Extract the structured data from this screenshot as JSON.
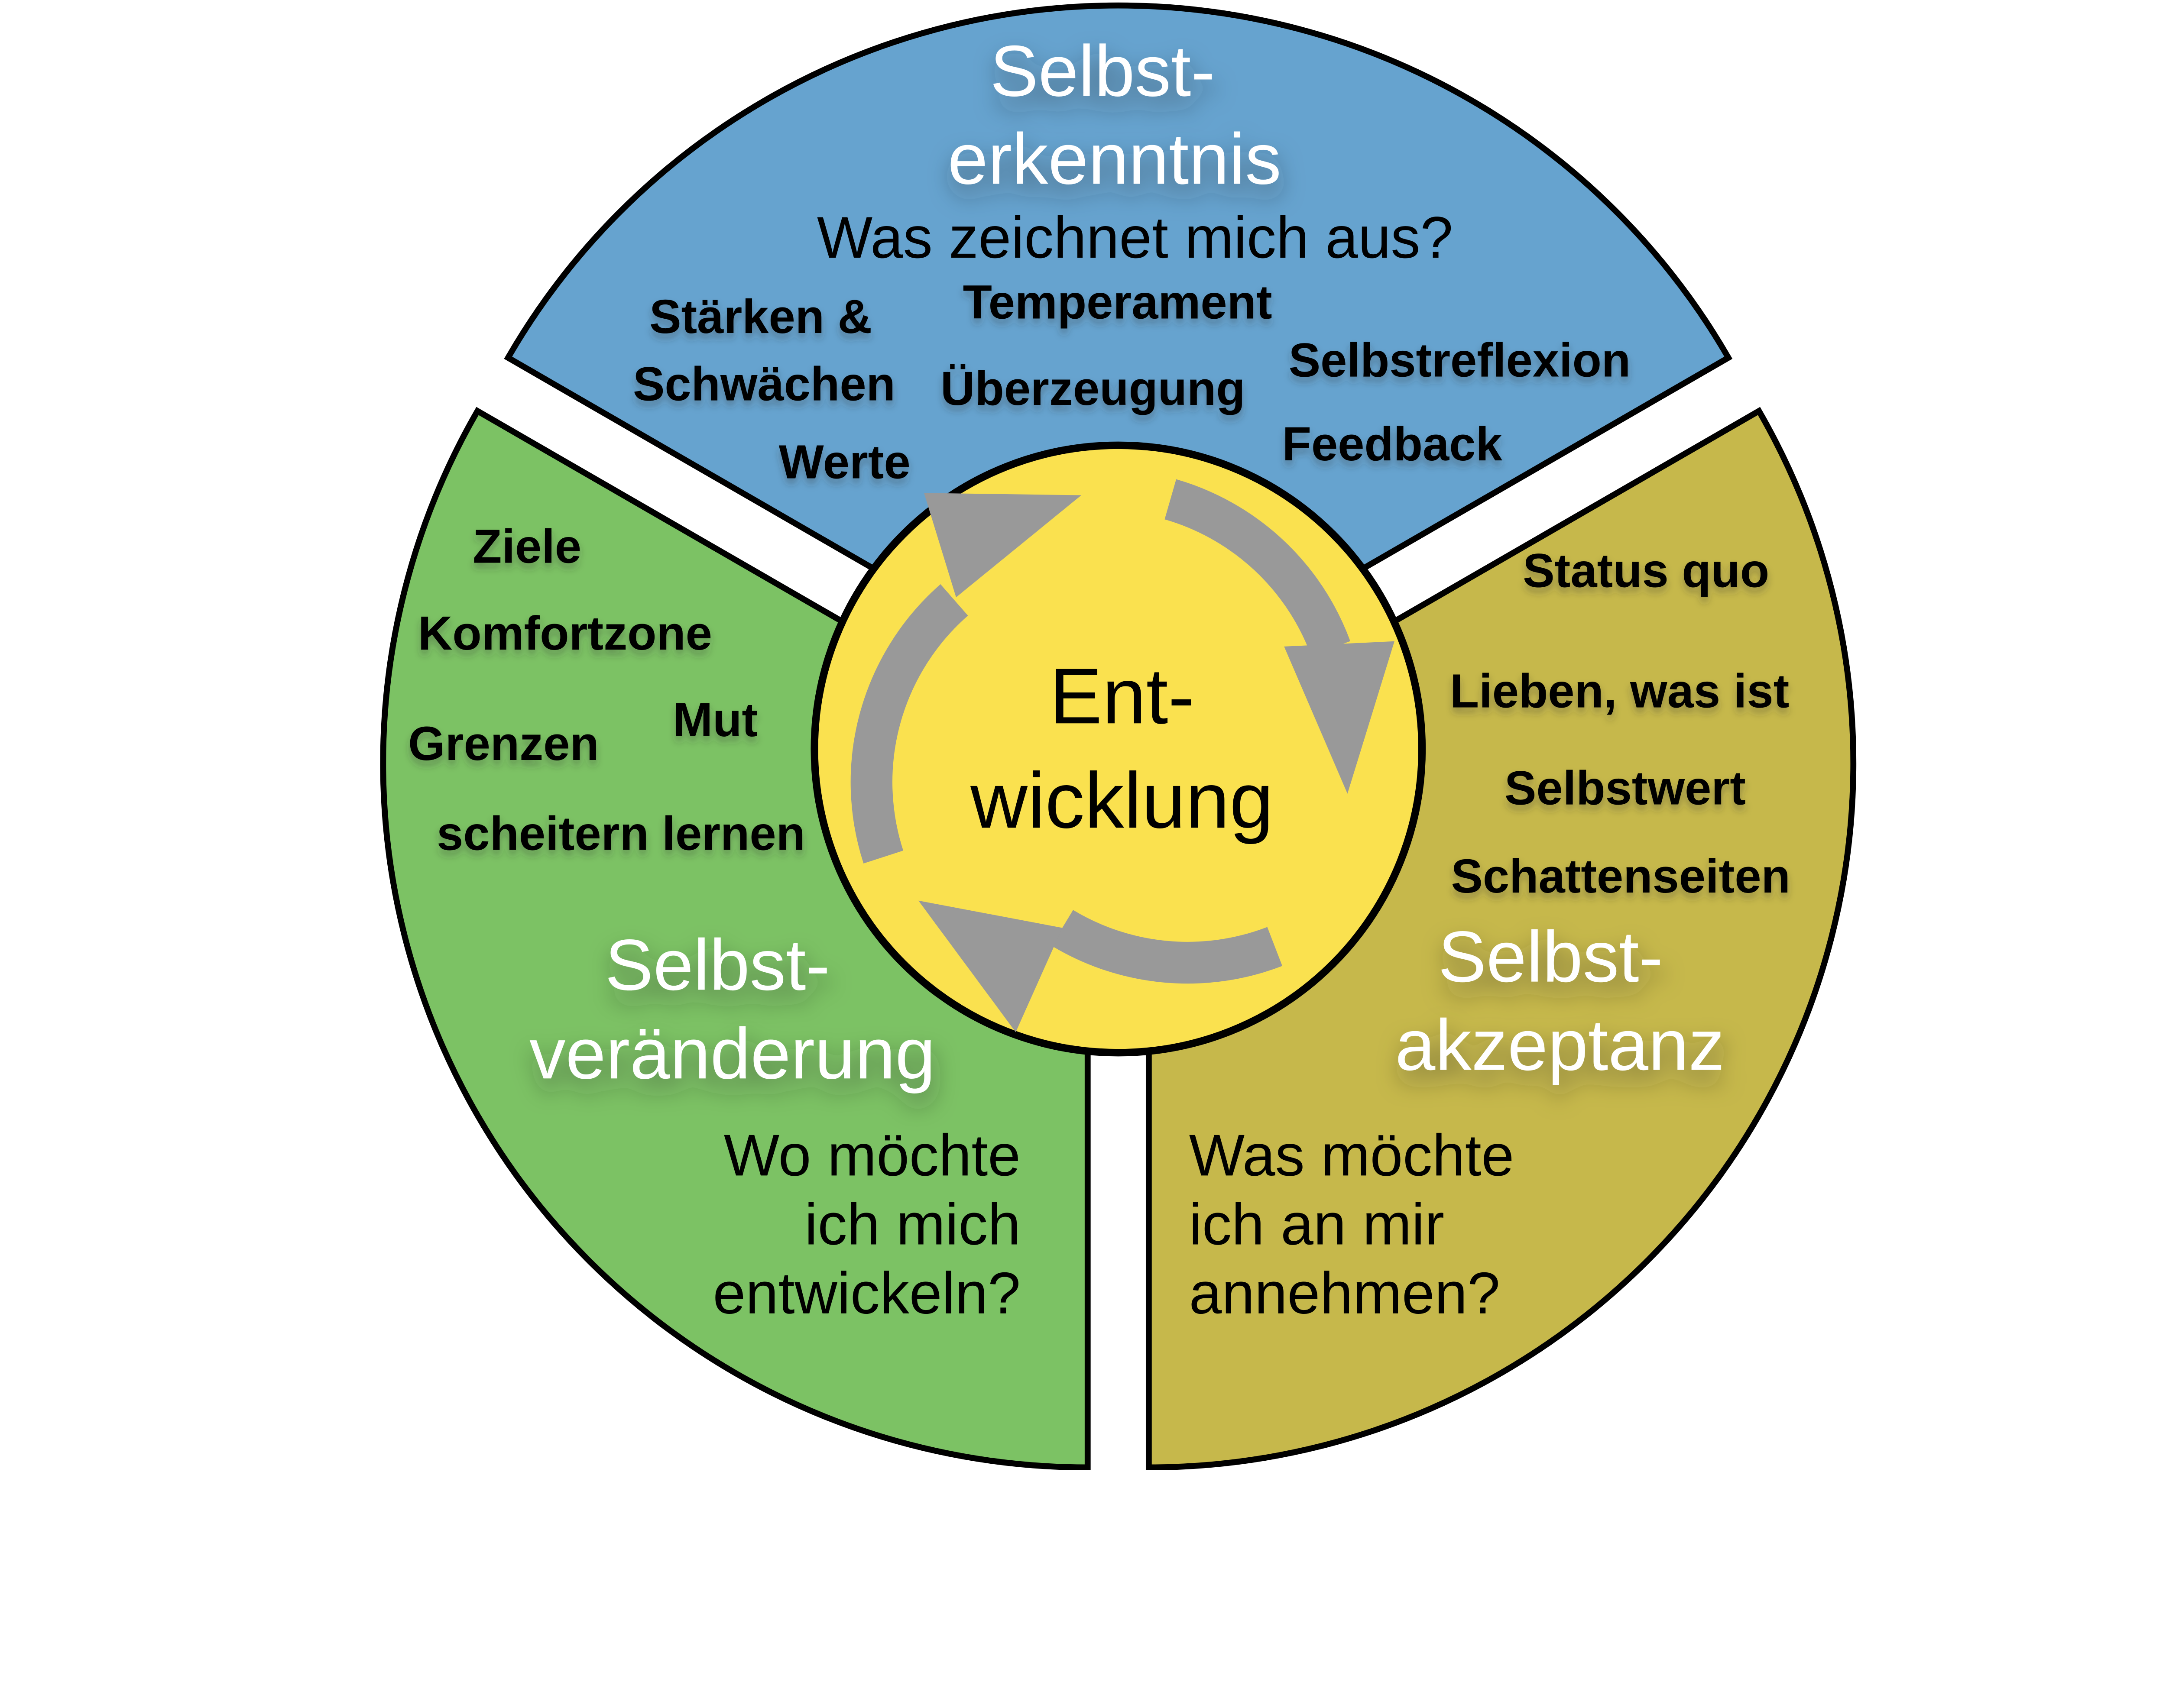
{
  "figure": {
    "background": "#FFFFFF",
    "outline": "#000000",
    "arrow_color": "#999999",
    "center": {
      "fill": "#FAE14F",
      "label": [
        "Ent-",
        "wicklung"
      ]
    },
    "segments": {
      "erkenntnis": {
        "fill": "#66A3CF",
        "title": [
          "Selbst-",
          "erkenntnis"
        ],
        "question": "Was zeichnet mich aus?",
        "kw": {
          "staerken": [
            "Stärken &",
            "Schwächen"
          ],
          "temperament": "Temperament",
          "ueberzeugung": "Überzeugung",
          "selbstreflexion": "Selbstreflexion",
          "werte": "Werte",
          "feedback": "Feedback"
        }
      },
      "veraenderung": {
        "fill": "#7CC264",
        "title": [
          "Selbst-",
          "veränderung"
        ],
        "question": [
          "Wo möchte",
          "ich mich",
          "entwickeln?"
        ],
        "kw": {
          "ziele": "Ziele",
          "komfortzone": "Komfortzone",
          "grenzen": "Grenzen",
          "mut": "Mut",
          "scheitern": "scheitern lernen"
        }
      },
      "akzeptanz": {
        "fill": "#C6B84B",
        "title": [
          "Selbst-",
          "akzeptanz"
        ],
        "question": [
          "Was möchte",
          "ich an mir",
          "annehmen?"
        ],
        "kw": {
          "status": "Status quo",
          "lieben": "Lieben, was ist",
          "selbstwert": "Selbstwert",
          "schatten": "Schattenseiten"
        }
      }
    }
  }
}
